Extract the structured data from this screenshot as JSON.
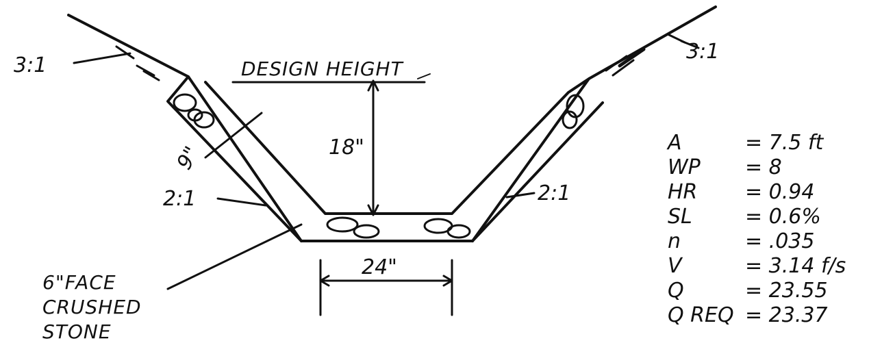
{
  "diagram": {
    "side_slope_upper_left": "3:1",
    "side_slope_upper_right": "3:1",
    "side_slope_lower_left": "2:1",
    "side_slope_lower_right": "2:1",
    "design_height_label": "DESIGN HEIGHT",
    "depth_dimension": "18\"",
    "lining_thickness": "9\"",
    "bottom_width": "24\"",
    "material_note_line1": "6\"FACE",
    "material_note_line2": "CRUSHED",
    "material_note_line3": "STONE"
  },
  "hydraulics": [
    {
      "symbol": "A",
      "value": "= 7.5 ft"
    },
    {
      "symbol": "WP",
      "value": "= 8"
    },
    {
      "symbol": "HR",
      "value": "= 0.94"
    },
    {
      "symbol": "SL",
      "value": "= 0.6%"
    },
    {
      "symbol": "n",
      "value": "= .035"
    },
    {
      "symbol": "V",
      "value": "= 3.14 f/s"
    },
    {
      "symbol": "Q",
      "value": "= 23.55"
    },
    {
      "symbol": "Q REQ",
      "value": "= 23.37"
    }
  ]
}
